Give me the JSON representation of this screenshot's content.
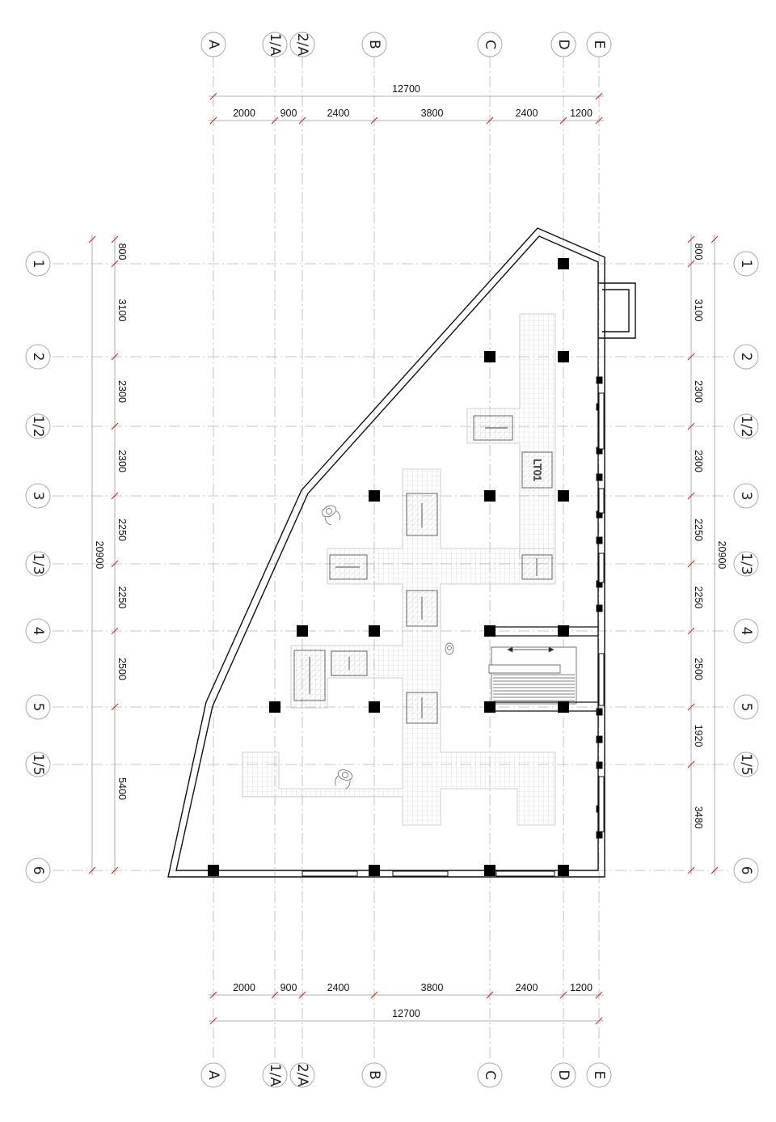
{
  "grid": {
    "columns": [
      "A",
      "1/A",
      "2/A",
      "B",
      "C",
      "D",
      "E"
    ],
    "rows": [
      "1",
      "2",
      "1/2",
      "3",
      "1/3",
      "4",
      "5",
      "1/5",
      "6"
    ]
  },
  "dimensions": {
    "horizontal_total": "12700",
    "horizontal_segments": [
      "2000",
      "900",
      "2400",
      "3800",
      "2400",
      "1200"
    ],
    "vertical_total": "20900",
    "left_segments": [
      "800",
      "3100",
      "2300",
      "2300",
      "2250",
      "2250",
      "2500",
      "5400"
    ],
    "right_segments": [
      "800",
      "3100",
      "2300",
      "2300",
      "2250",
      "2250",
      "2500",
      "1920",
      "3480"
    ]
  },
  "labels": {
    "room_tag": "LT01"
  },
  "colors": {
    "wall": "#111111",
    "grid_line": "#b5b5b5",
    "dim_tick": "#c0392b",
    "column": "#000000",
    "pattern": "#cfcfcf"
  }
}
